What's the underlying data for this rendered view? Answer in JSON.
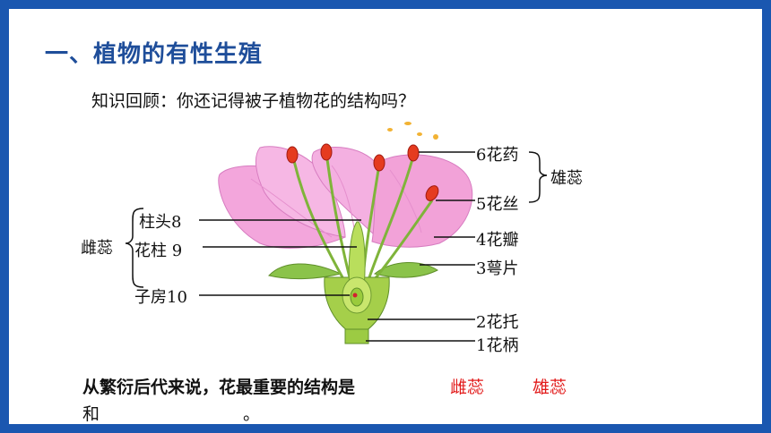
{
  "slide": {
    "title": "一、植物的有性生殖",
    "subtitle": "知识回顾：你还记得被子植物花的结构吗？"
  },
  "diagram": {
    "group_left": "雌蕊",
    "group_right": "雄蕊",
    "labels_left": {
      "stigma": "柱头8",
      "style": "花柱 9",
      "ovary": "子房10"
    },
    "labels_right": {
      "anther": "6花药",
      "filament": "5花丝",
      "petal": "4花瓣",
      "sepal": "3萼片",
      "receptacle": "2花托",
      "pedicel": "1花柄"
    }
  },
  "question": {
    "text": "从繁衍后代来说，花最重要的结构是",
    "answer1": "雌蕊",
    "answer2": "雄蕊",
    "line2_prefix": "和",
    "line2_suffix": "。"
  }
}
